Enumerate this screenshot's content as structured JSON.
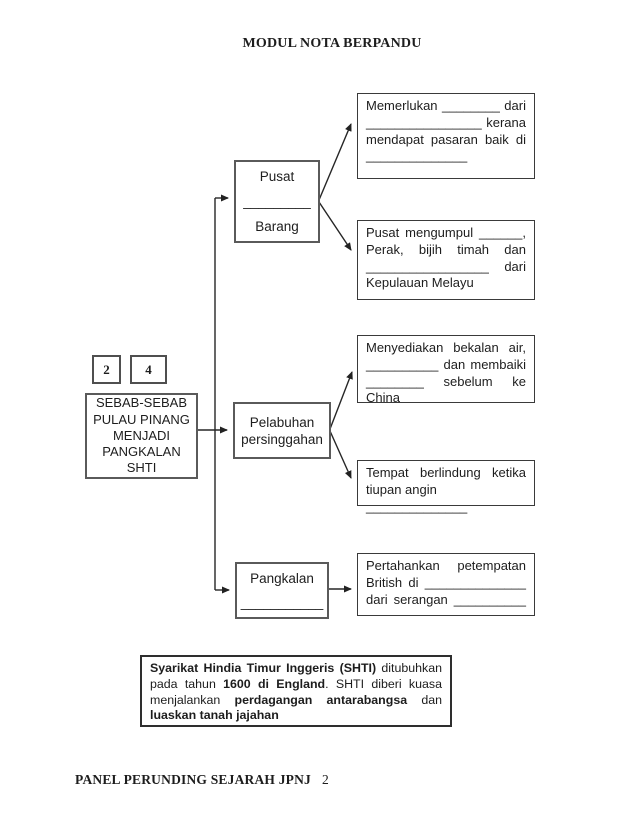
{
  "page": {
    "title": "MODUL NOTA BERPANDU",
    "footer": {
      "left": "PANEL PERUNDING SEJARAH JPNJ",
      "page_number": "2"
    }
  },
  "colors": {
    "ink": "#1d1d1d",
    "box_border": "#4f4f4f",
    "background": "#ffffff"
  },
  "diagram": {
    "badges": [
      "2",
      "4"
    ],
    "main_box": {
      "lines": [
        "SEBAB-SEBAB",
        "PULAU PINANG",
        "MENJADI",
        "PANGKALAN",
        "SHTI"
      ]
    },
    "branch_boxes": [
      {
        "id": "pusat-barang",
        "lines": [
          "Pusat",
          "_________",
          "Barang"
        ]
      },
      {
        "id": "pelabuhan-persinggahan",
        "lines": [
          "Pelabuhan",
          "persinggahan"
        ]
      },
      {
        "id": "pangkalan",
        "lines": [
          "Pangkalan",
          "___________"
        ]
      }
    ],
    "detail_boxes": [
      {
        "id": "pasaran",
        "lines": [
          {
            "text": "Memerlukan ________ dari",
            "justify": true
          },
          {
            "text": "________________ kerana",
            "justify": true
          },
          {
            "text": "mendapat pasaran baik di",
            "justify": true
          },
          {
            "text": "______________",
            "justify": false
          }
        ]
      },
      {
        "id": "pusat-mengumpul",
        "lines": [
          {
            "text": "Pusat mengumpul ______,",
            "justify": true
          },
          {
            "text": "Perak, bijih timah dan",
            "justify": true
          },
          {
            "text": "_________________ dari",
            "justify": true
          },
          {
            "text": "Kepulauan Melayu",
            "justify": false
          }
        ]
      },
      {
        "id": "bekalan-air",
        "lines": [
          {
            "text": "Menyediakan bekalan air,",
            "justify": true
          },
          {
            "text": "__________ dan membaiki",
            "justify": true
          },
          {
            "text": "________ sebelum ke China",
            "justify": true
          }
        ]
      },
      {
        "id": "tempat-berlindung",
        "lines": [
          {
            "text": "Tempat berlindung ketika",
            "justify": true
          },
          {
            "text": "tiupan angin ______________",
            "justify": false
          }
        ]
      },
      {
        "id": "pertahanan",
        "lines": [
          {
            "text": "Pertahankan petempatan",
            "justify": true
          },
          {
            "text": "British di ______________",
            "justify": true
          },
          {
            "text": "dari serangan __________",
            "justify": true
          }
        ]
      }
    ]
  },
  "note_box": {
    "lines": [
      {
        "justify": true,
        "segments": [
          {
            "text": "Syarikat Hindia Timur Inggeris (SHTI)",
            "bold": true
          },
          {
            "text": " ditubuhkan",
            "bold": false
          }
        ]
      },
      {
        "justify": true,
        "segments": [
          {
            "text": "pada tahun ",
            "bold": false
          },
          {
            "text": "1600 di England",
            "bold": true
          },
          {
            "text": ". SHTI diberi kuasa",
            "bold": false
          }
        ]
      },
      {
        "justify": true,
        "segments": [
          {
            "text": "menjalankan ",
            "bold": false
          },
          {
            "text": "perdagangan antarabangsa",
            "bold": true
          },
          {
            "text": " dan",
            "bold": false
          }
        ]
      },
      {
        "justify": false,
        "segments": [
          {
            "text": "luaskan tanah jajahan",
            "bold": true
          }
        ]
      }
    ]
  }
}
